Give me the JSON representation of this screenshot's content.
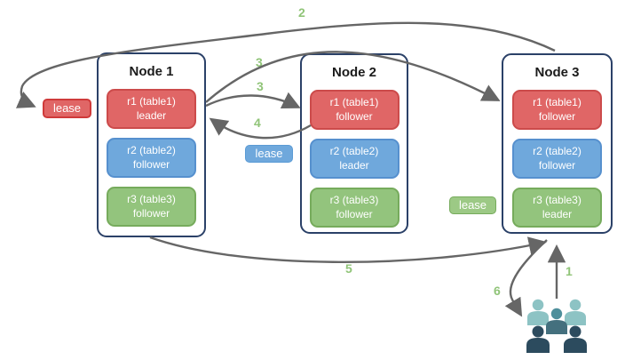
{
  "nodes": [
    {
      "title": "Node 1",
      "replicas": [
        {
          "name": "r1 (table1)",
          "role": "leader",
          "color": "red"
        },
        {
          "name": "r2 (table2)",
          "role": "follower",
          "color": "blue"
        },
        {
          "name": "r3 (table3)",
          "role": "follower",
          "color": "green"
        }
      ]
    },
    {
      "title": "Node 2",
      "replicas": [
        {
          "name": "r1 (table1)",
          "role": "follower",
          "color": "red"
        },
        {
          "name": "r2 (table2)",
          "role": "leader",
          "color": "blue"
        },
        {
          "name": "r3 (table3)",
          "role": "follower",
          "color": "green"
        }
      ]
    },
    {
      "title": "Node 3",
      "replicas": [
        {
          "name": "r1 (table1)",
          "role": "follower",
          "color": "red"
        },
        {
          "name": "r2 (table2)",
          "role": "follower",
          "color": "blue"
        },
        {
          "name": "r3 (table3)",
          "role": "leader",
          "color": "green"
        }
      ]
    }
  ],
  "leases": {
    "table1": {
      "label": "lease",
      "color": "red"
    },
    "table2": {
      "label": "lease",
      "color": "blue"
    },
    "table3": {
      "label": "lease",
      "color": "green"
    }
  },
  "steps": {
    "s1": "1",
    "s2": "2",
    "s3a": "3",
    "s3b": "3",
    "s4": "4",
    "s5": "5",
    "s6": "6"
  },
  "colors": {
    "replica_red": "#e06666",
    "replica_red_border": "#cc4b4b",
    "replica_blue": "#6fa8dc",
    "replica_blue_border": "#5690ce",
    "replica_green": "#93c47d",
    "replica_green_border": "#76ab5c",
    "node_border": "#2b4168",
    "arrow": "#666666",
    "step_number": "#90c478",
    "users_light": "#8dc3c4",
    "users_medium": "#4e8f9b",
    "users_medium_body": "#44707e",
    "users_dark": "#2c4b5e"
  }
}
